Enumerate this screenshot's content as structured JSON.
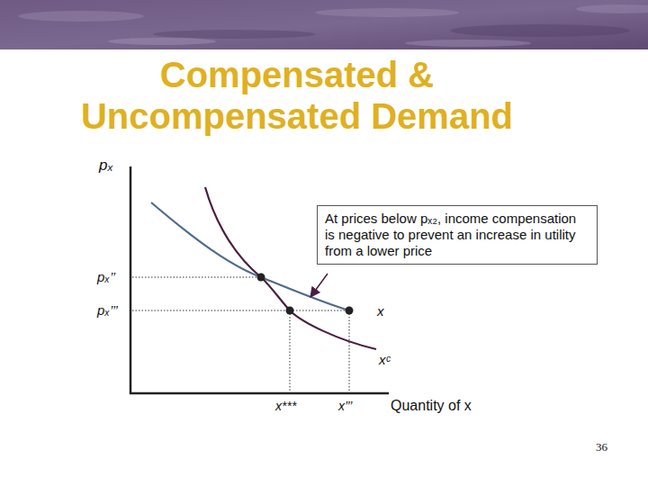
{
  "diagram": {
    "title": "Compensated & Uncompensated Demand",
    "nodes": [
      {
        "text": [
          "At prices below pₓ₂, income compensation is negative to prevent an increase in utility from a lower price"
        ]
      }
    ],
    "labels": [
      "pₓ",
      "pₓ’’",
      "pₓ’’’",
      "x",
      "xᶜ",
      "x***",
      "x’’’",
      "Quantity of x",
      "36"
    ]
  }
}
